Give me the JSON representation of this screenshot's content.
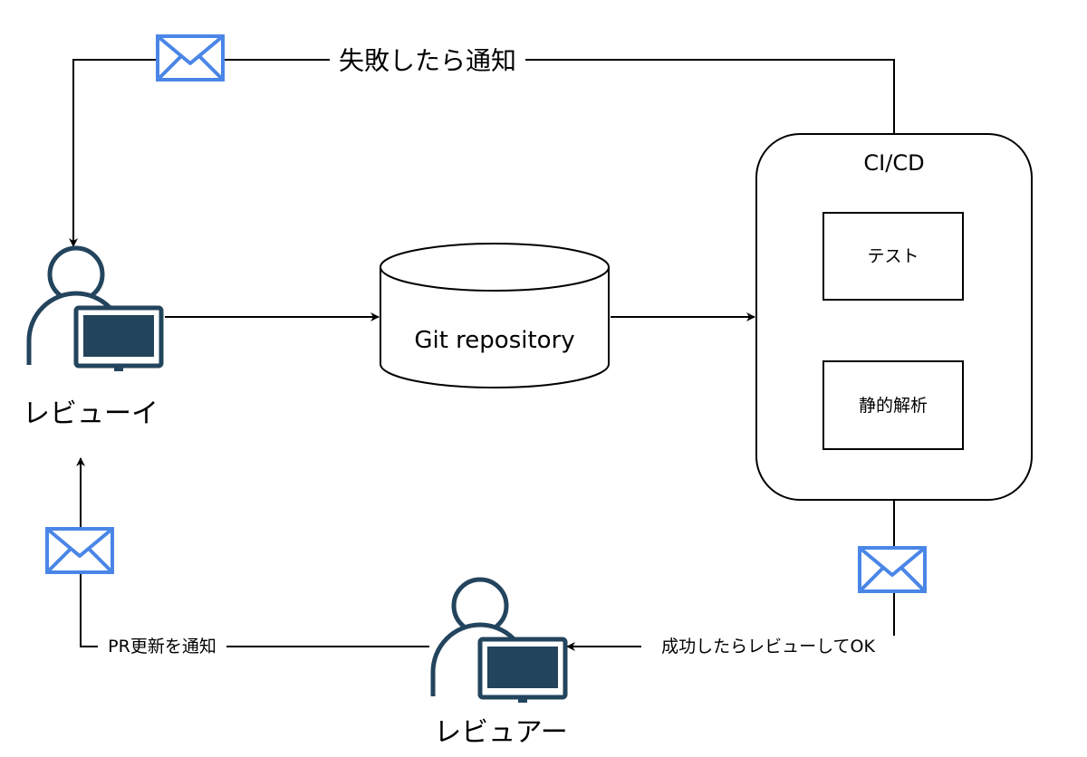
{
  "colors": {
    "line": "#000000",
    "person_stroke": "#23445d",
    "monitor_fill": "#23445d",
    "envelope": "#4a86e8",
    "background": "#ffffff"
  },
  "nodes": {
    "reviewee": {
      "label": "レビューイ",
      "icon": "person-computer-icon"
    },
    "reviewer": {
      "label": "レビュアー",
      "icon": "person-computer-icon"
    },
    "repository": {
      "label": "Git repository",
      "shape": "cylinder"
    },
    "cicd": {
      "title": "CI/CD",
      "steps": [
        {
          "label": "テスト"
        },
        {
          "label": "静的解析"
        }
      ]
    }
  },
  "edges": {
    "fail_notify": {
      "label": "失敗したら通知",
      "icon": "envelope-icon"
    },
    "success_review": {
      "label": "成功したらレビューしてOK",
      "icon": "envelope-icon"
    },
    "pr_update_notify": {
      "label": "PR更新を通知",
      "icon": "envelope-icon"
    }
  }
}
